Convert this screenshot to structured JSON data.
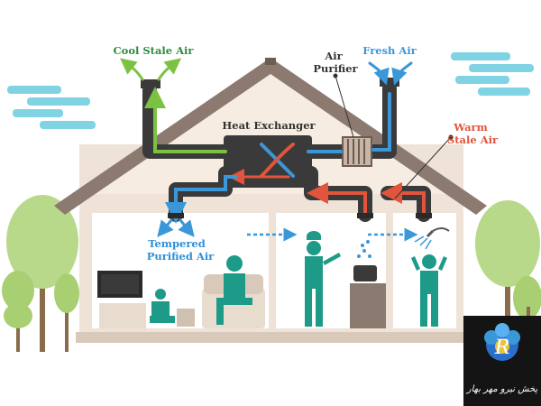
{
  "labels": {
    "cool_stale_air": "Cool Stale Air",
    "fresh_air": "Fresh Air",
    "air_purifier_1": "Air",
    "air_purifier_2": "Purifier",
    "heat_exchanger": "Heat Exchanger",
    "warm_stale_air_1": "Warm",
    "warm_stale_air_2": "Stale Air",
    "tempered_1": "Tempered",
    "tempered_2": "Purified Air"
  },
  "logo": {
    "text": "پخش نیرو مهر بهار"
  },
  "colors": {
    "cool_stale": "#2e8a3e",
    "fresh": "#3a97d8",
    "warm_stale": "#e0553c",
    "label_dark": "#333333",
    "tempered": "#2f8fd6",
    "roof": "#8c7a70",
    "wall": "#efe3d8",
    "room": "#ffffff",
    "person": "#1e9a88",
    "duct": "#3a3a3a",
    "tree": "#a9cf73",
    "cloud": "#7fd3e2",
    "logo_bg": "#141414"
  }
}
